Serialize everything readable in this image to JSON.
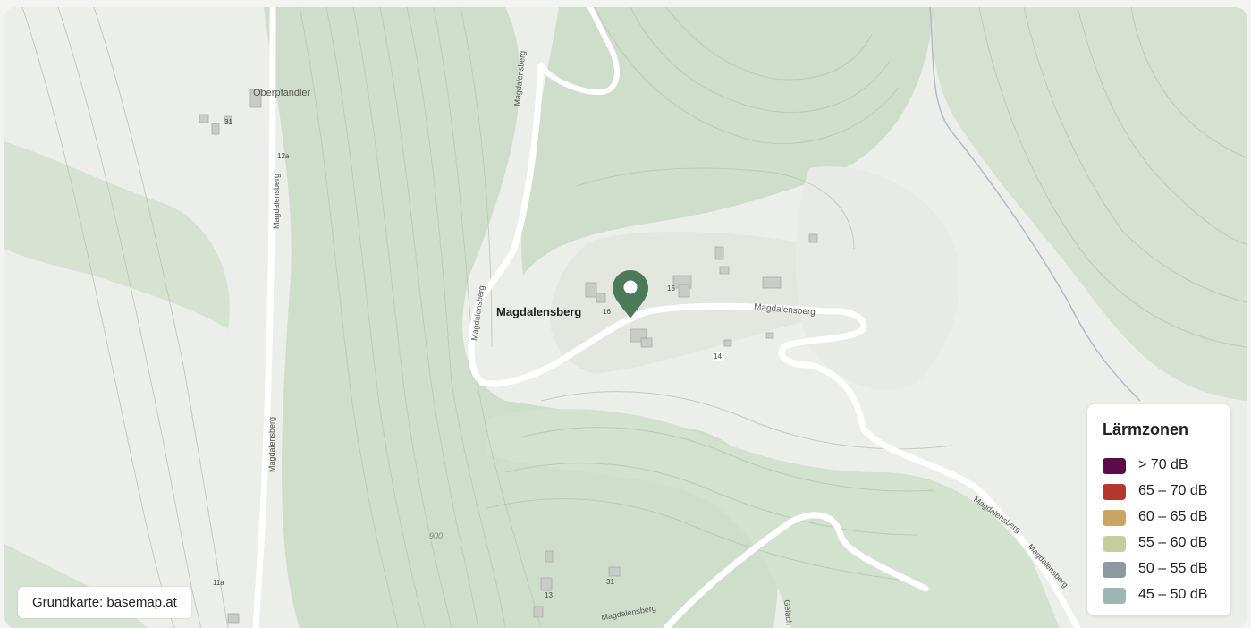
{
  "map": {
    "labels": {
      "oberpfandler": "Oberpfandler",
      "magdalensberg_place": "Magdalensberg",
      "road_magdalensberg": "Magdalensberg",
      "road_magdalensberg_2": "Magdalensberg",
      "road_magdalensberg_3": "Magdalensberg",
      "road_magdalensberg_4": "Magdalensberg",
      "road_magdalensberg_5": "Magdalensberg",
      "road_magdalensberg_6": "Magdalensberg",
      "road_gelach": "Gelach",
      "elevation": "900",
      "house_31a": "31",
      "house_12a": "12a",
      "house_16": "16",
      "house_15": "15",
      "house_14": "14",
      "house_11a": "11a",
      "house_13": "13",
      "house_31b": "31"
    },
    "marker_color": "#4c7a59"
  },
  "attribution": "Grundkarte: basemap.at",
  "legend": {
    "title": "Lärmzonen",
    "items": [
      {
        "label": "> 70 dB",
        "color": "#5c0a4a"
      },
      {
        "label": "65 – 70 dB",
        "color": "#b5382f"
      },
      {
        "label": "60 – 65 dB",
        "color": "#cba566"
      },
      {
        "label": "55 – 60 dB",
        "color": "#c5ce9d"
      },
      {
        "label": "50 – 55 dB",
        "color": "#8a9aa0"
      },
      {
        "label": "45 – 50 dB",
        "color": "#9fb5b4"
      }
    ]
  }
}
